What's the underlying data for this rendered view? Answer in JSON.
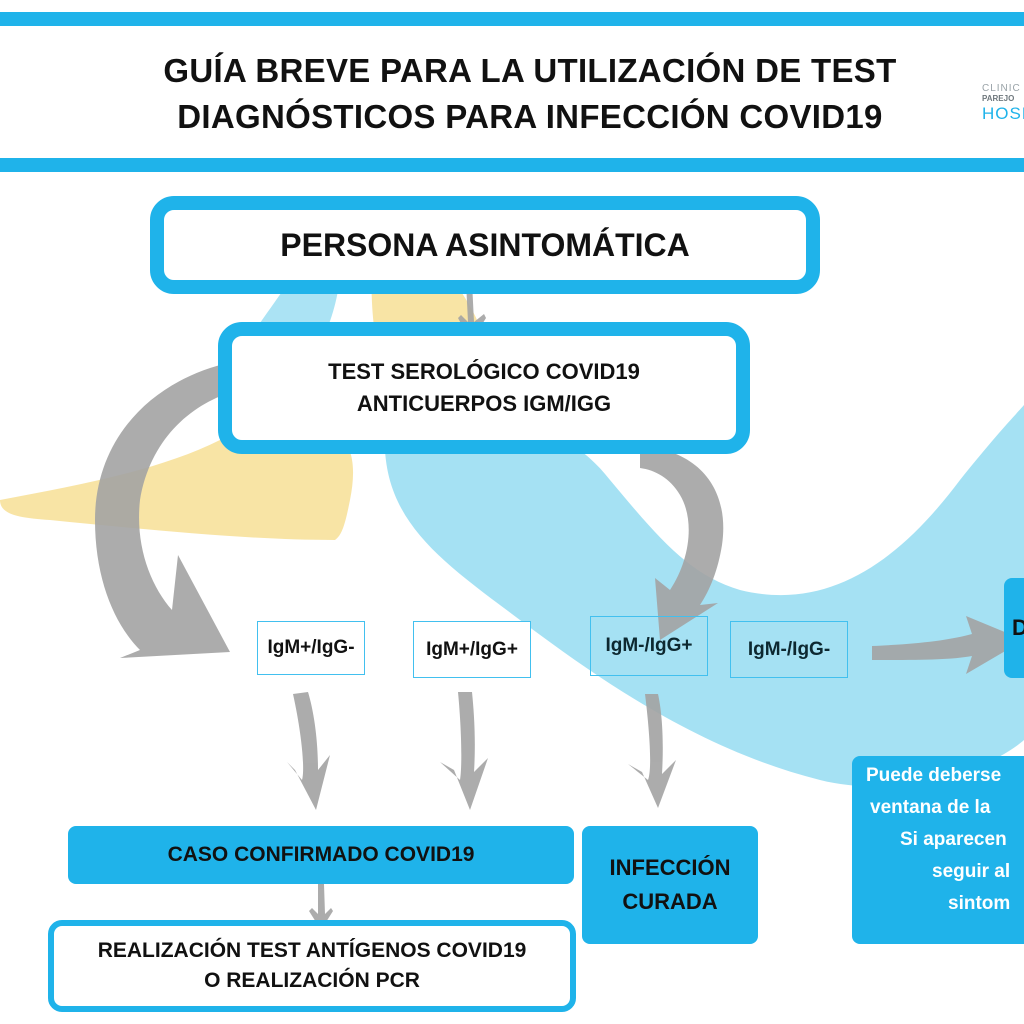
{
  "header": {
    "title_line1": "GUÍA BREVE PARA LA UTILIZACIÓN DE TEST",
    "title_line2": "DIAGNÓSTICOS PARA INFECCIÓN COVID19",
    "logo_line1": "CLINIC",
    "logo_line2": "PAREJO",
    "logo_line3": "HOSP"
  },
  "flow": {
    "start": "PERSONA ASINTOMÁTICA",
    "test_line1": "TEST SEROLÓGICO COVID19",
    "test_line2": "ANTICUERPOS IGM/IGG",
    "results": [
      "IgM+/IgG-",
      "IgM+/IgG+",
      "IgM-/IgG+",
      "IgM-/IgG-"
    ],
    "right_cut": "D",
    "confirmed": "CASO CONFIRMADO COVID19",
    "followup_line1": "REALIZACIÓN TEST ANTÍGENOS COVID19",
    "followup_line2": "O REALIZACIÓN PCR",
    "cured_line1": "INFECCIÓN",
    "cured_line2": "CURADA"
  },
  "note": {
    "lines": [
      "Puede deberse",
      "ventana de la",
      "Si aparecen",
      "seguir al",
      "sintom"
    ]
  },
  "colors": {
    "primary_blue": "#1fb3ea",
    "light_blue_blob": "#8fdaf0",
    "yellow_blob": "#f7df95",
    "arrow_gray": "#a3a3a3"
  }
}
